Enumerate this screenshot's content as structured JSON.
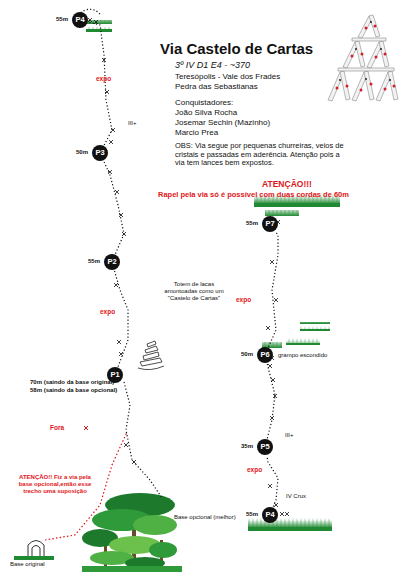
{
  "diagram": {
    "title": "Via Castelo de Cartas",
    "nodes": [
      {
        "text": [
          "P4",
          "55m"
        ]
      },
      {
        "text": [
          "P3",
          "50m"
        ]
      },
      {
        "text": [
          "P2",
          "55m"
        ]
      },
      {
        "text": [
          "P1",
          "70m (saindo da base original)",
          "58m (saindo da base opcional)"
        ]
      },
      {
        "text": [
          "P7",
          "55m"
        ]
      },
      {
        "text": [
          "P6",
          "50m"
        ]
      },
      {
        "text": [
          "P5",
          "35m"
        ]
      },
      {
        "text": [
          "P4",
          "55m"
        ]
      }
    ],
    "edges": [
      {
        "from": 3,
        "to": 2,
        "arrow": "none"
      },
      {
        "from": 2,
        "to": 1,
        "arrow": "none"
      },
      {
        "from": 1,
        "to": 0,
        "arrow": "none"
      },
      {
        "from": 7,
        "to": 6,
        "arrow": "none"
      },
      {
        "from": 6,
        "to": 5,
        "arrow": "none"
      },
      {
        "from": 5,
        "to": 4,
        "arrow": "none"
      }
    ],
    "labels": [
      "3º IV D1 E4 - ~370",
      "Teresópolis - Vale dos Frades",
      "Pedra das Sebastianas",
      "Conquistadores:",
      "João Silva Rocha",
      "Josemar Sechin (Mazinho)",
      "Marcio Prea",
      "OBS: Via segue por pequenas churreiras, veios de cristais e passadas em aderência. Atenção pois a via tem lances bem expostos.",
      "ATENÇÃO!!!",
      "Rapel pela via só é possível com duas cordas de 60m",
      "expo",
      "III+",
      "expo",
      "Totem de lacas amontoadas como um \"Castelo de Cartas\"",
      "Fora",
      "ATENÇÃO!! Fiz a via pela base opcional,então esse trecho uma suposição",
      "Base opcional (melhor)",
      "Base original",
      "expo",
      "grampo escondido",
      "III+",
      "expo",
      "IV Crux"
    ]
  }
}
